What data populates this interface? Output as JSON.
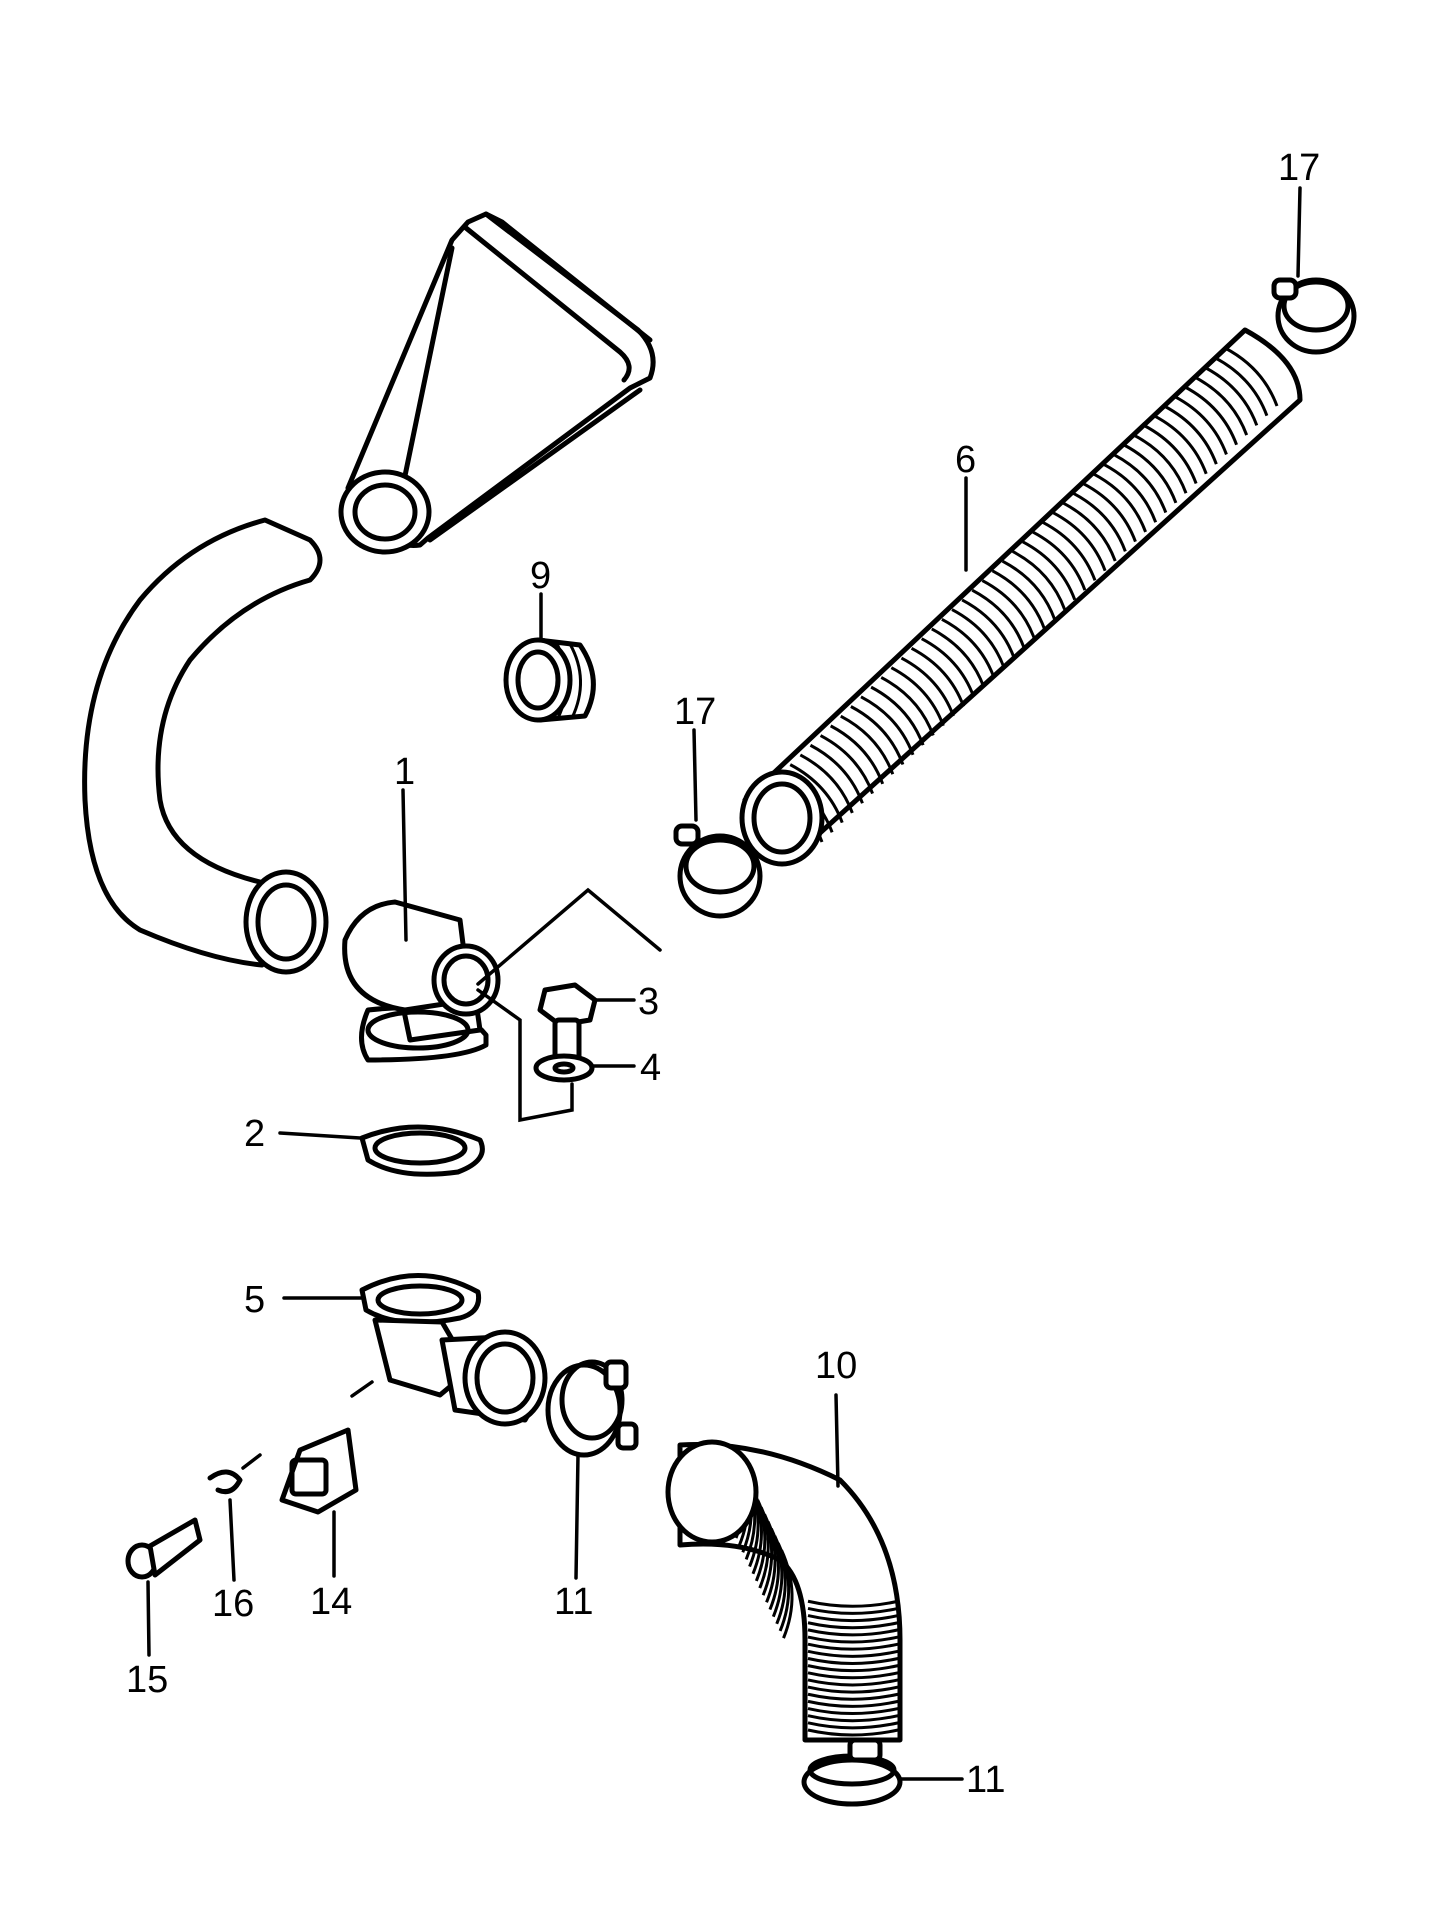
{
  "callouts": [
    {
      "id": "c1",
      "label": "1"
    },
    {
      "id": "c2",
      "label": "2"
    },
    {
      "id": "c3",
      "label": "3"
    },
    {
      "id": "c4",
      "label": "4"
    },
    {
      "id": "c5",
      "label": "5"
    },
    {
      "id": "c6",
      "label": "6"
    },
    {
      "id": "c9",
      "label": "9"
    },
    {
      "id": "c10",
      "label": "10"
    },
    {
      "id": "c11a",
      "label": "11"
    },
    {
      "id": "c11b",
      "label": "11"
    },
    {
      "id": "c14",
      "label": "14"
    },
    {
      "id": "c15",
      "label": "15"
    },
    {
      "id": "c16",
      "label": "16"
    },
    {
      "id": "c17a",
      "label": "17"
    },
    {
      "id": "c17b",
      "label": "17"
    }
  ]
}
